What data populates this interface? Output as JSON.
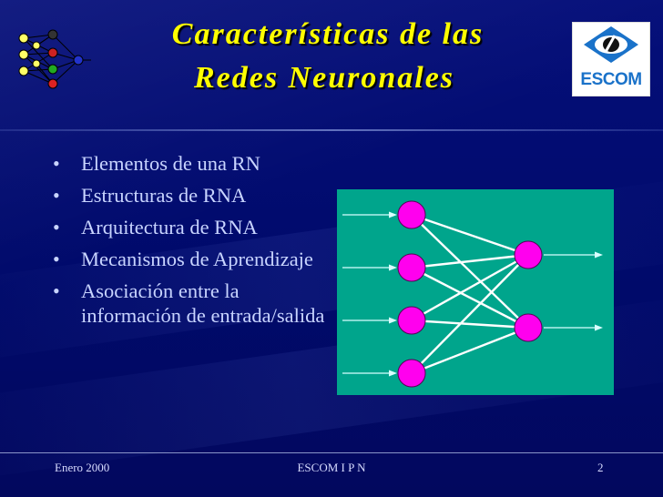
{
  "slide": {
    "title_line_1": "Características de las",
    "title_line_2": "Redes Neuronales",
    "logo_text": "ESCOM",
    "bullets": [
      {
        "text": "Elementos de una RN"
      },
      {
        "text": "Estructuras de RNA"
      },
      {
        "text": "Arquitectura de RNA"
      },
      {
        "text": "Mecanismos de Aprendizaje"
      },
      {
        "text": "Asociación entre la información de entrada/salida"
      }
    ],
    "bullet_glyph": "•"
  },
  "diagram": {
    "input_neurons": 4,
    "output_neurons": 2,
    "neuron_color": "#ff00ee",
    "background_color": "#00a58c",
    "arrow_color": "#d8ffff"
  },
  "footer": {
    "left": "Enero 2000",
    "center": "ESCOM   I  P  N",
    "right": "2"
  },
  "colors": {
    "background": "#000a6e",
    "title": "#ffff00",
    "bullet_text": "#c8d4ff",
    "logo_blue": "#1a72c9"
  }
}
